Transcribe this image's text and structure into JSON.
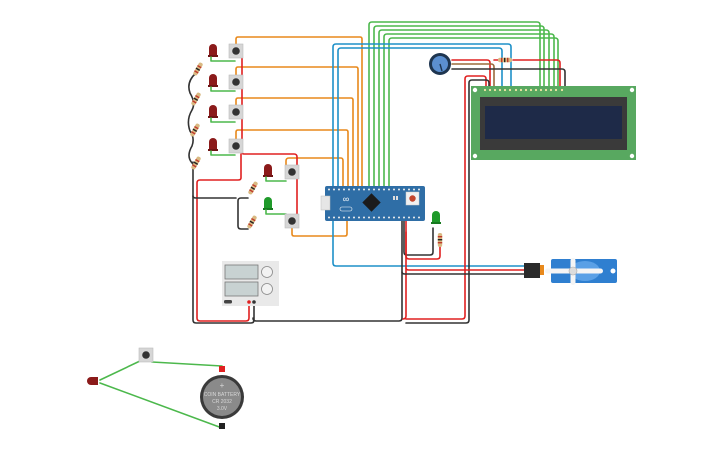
{
  "app": "Circuit schematic editor",
  "colors": {
    "background": "#ffffff",
    "wire_orange": "#e8891c",
    "wire_green": "#4cb84c",
    "wire_blue": "#1e90c8",
    "wire_red": "#e02020",
    "wire_black": "#333333",
    "wire_brown": "#9a6b3c",
    "board_blue": "#2f6ea6",
    "lcd_green": "#58a860",
    "lcd_screen": "#1e2a48",
    "servo_blue": "#2f7fd0",
    "led_red": "#8b1a1a",
    "led_green": "#1f9a2a",
    "button_body": "#d6d6d6"
  },
  "components": {
    "microcontroller": {
      "label": "Arduino Micro",
      "logo": "∞",
      "reset_button": true
    },
    "lcd": {
      "type": "LCD 16x2",
      "pin_count": 16
    },
    "potentiometer": {
      "type": "Potentiometer"
    },
    "servo": {
      "type": "Micro Servo"
    },
    "power_supply": {
      "type": "Power Supply",
      "display_count": 2,
      "knob_count": 2
    },
    "coin_battery": {
      "line1": "COIN BATTERY",
      "line2": "CR 2032",
      "line3": "3.0V",
      "polarity": "+"
    },
    "leds": [
      {
        "color": "red"
      },
      {
        "color": "red"
      },
      {
        "color": "red"
      },
      {
        "color": "red"
      },
      {
        "color": "red"
      },
      {
        "color": "green"
      },
      {
        "color": "green"
      },
      {
        "color": "red"
      }
    ],
    "pushbuttons": 7,
    "resistors": 8
  }
}
